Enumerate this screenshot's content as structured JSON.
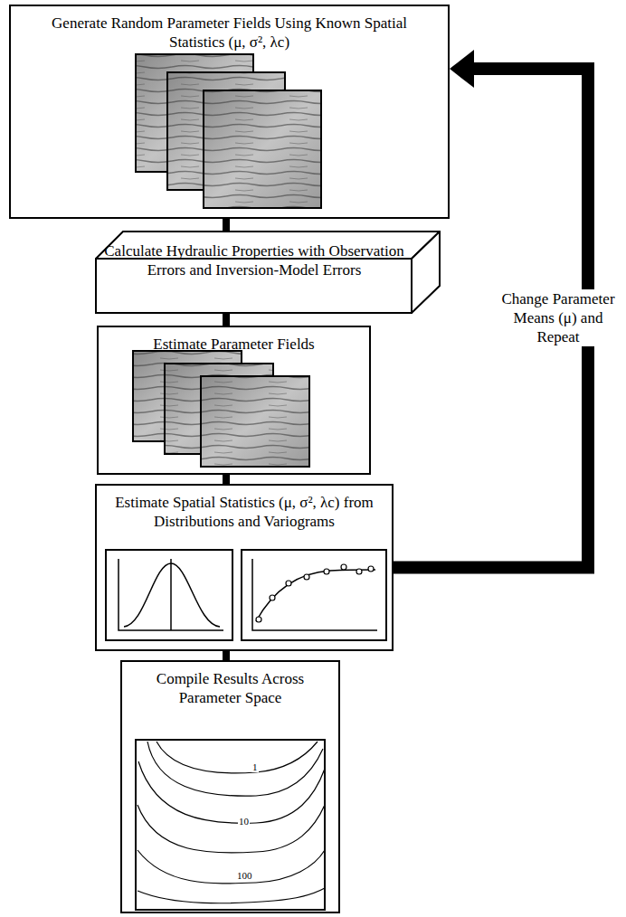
{
  "diagram": {
    "nodes": [
      {
        "text": [
          "Generate Random Parameter Fields Using Known Spatial Statistics (μ, σ², λc)"
        ]
      },
      {
        "text": [
          "Calculate Hydraulic Properties with Observation Errors and Inversion-Model Errors"
        ]
      },
      {
        "text": [
          "Estimate Parameter Fields"
        ]
      },
      {
        "text": [
          "Estimate Spatial Statistics (μ, σ², λc) from Distributions and Variograms"
        ]
      },
      {
        "text": [
          "Compile Results Across Parameter Space"
        ]
      }
    ],
    "edges": [
      {
        "from": 0,
        "to": 1,
        "arrow": "none"
      },
      {
        "from": 1,
        "to": 2,
        "arrow": "none"
      },
      {
        "from": 2,
        "to": 3,
        "arrow": "none"
      },
      {
        "from": 3,
        "to": 4,
        "arrow": "none"
      },
      {
        "from": 3,
        "to": 0,
        "arrow": "to",
        "label": "Change Parameter Means (μ) and Repeat"
      }
    ],
    "labels": [
      "1",
      "10",
      "100"
    ]
  }
}
